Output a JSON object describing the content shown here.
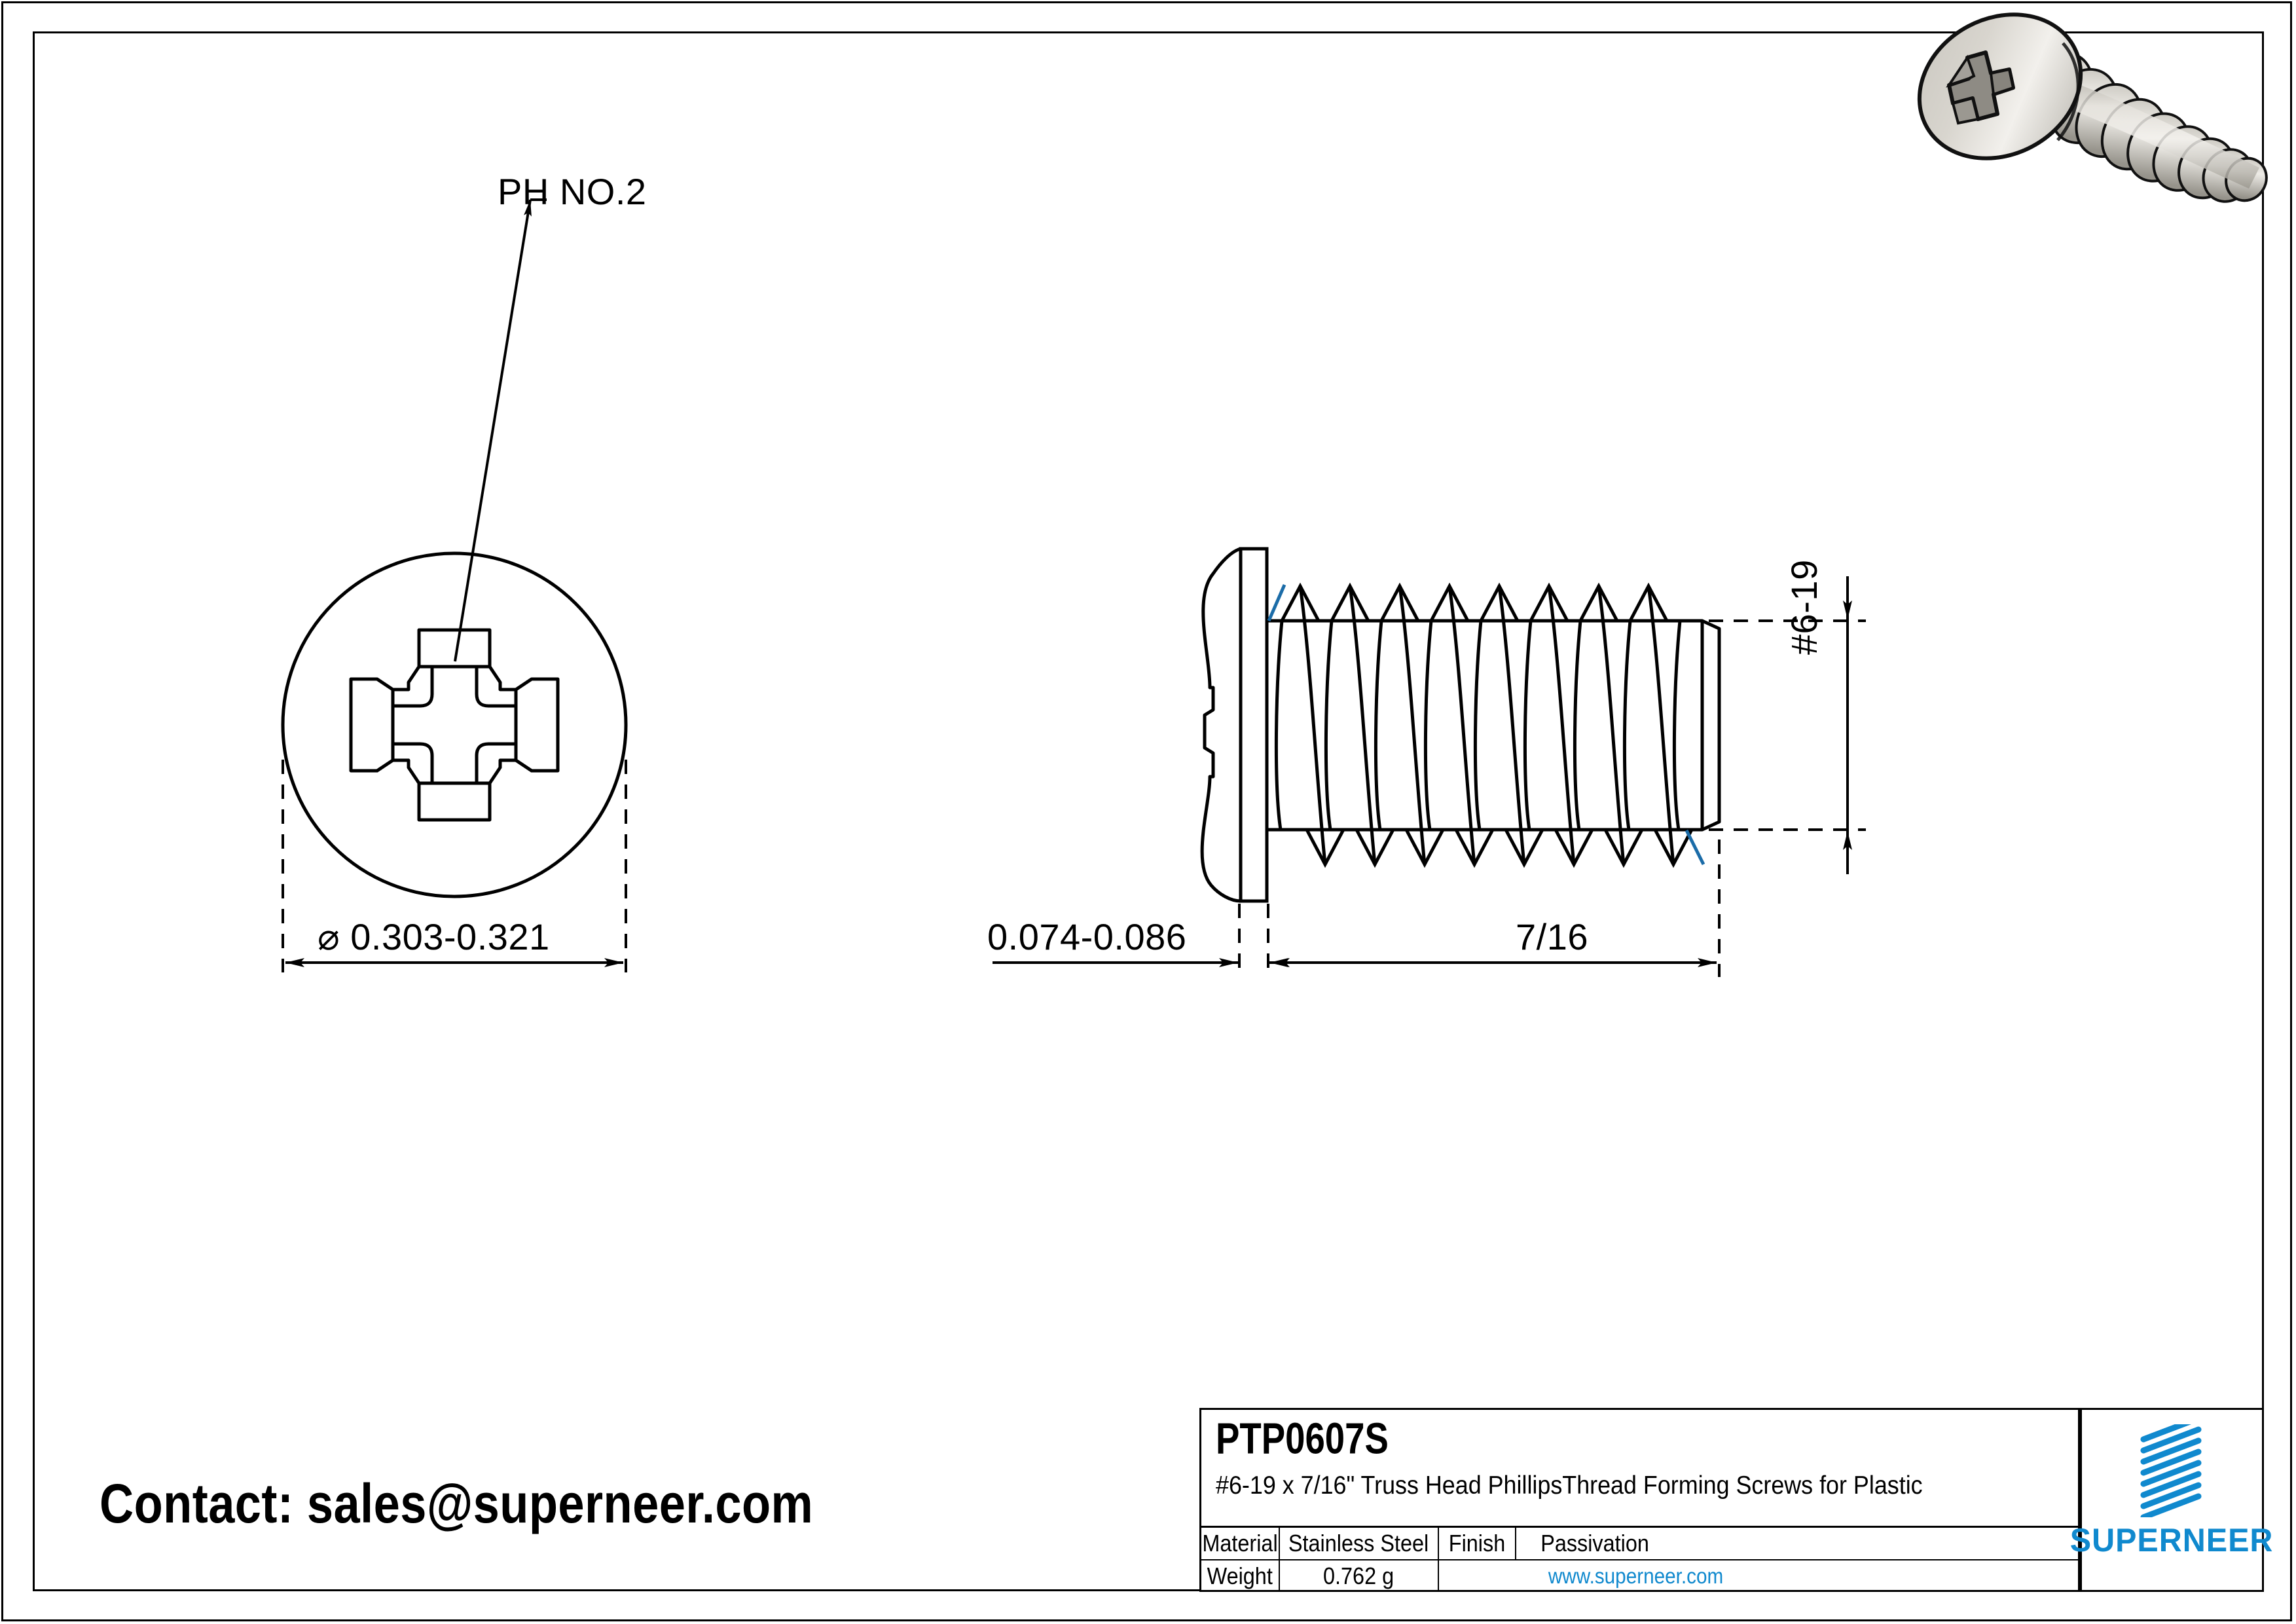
{
  "drawing": {
    "top_view": {
      "leader_label": "PH NO.2",
      "diameter_dimension": "⌀ 0.303-0.321",
      "recess_type": "phillips-cross-recess"
    },
    "side_view": {
      "head_height_dimension": "0.074-0.086",
      "length_dimension": "7/16",
      "thread_size_dimension": "#6-19"
    }
  },
  "contact": {
    "line": "Contact: sales@superneer.com"
  },
  "title_block": {
    "part_number": "PTP0607S",
    "description": "#6-19 x 7/16\" Truss Head PhillipsThread Forming  Screws for Plastic",
    "rows": [
      {
        "label": "Material",
        "value": "Stainless Steel",
        "label2": "Finish",
        "value2": "Passivation"
      },
      {
        "label": "Weight",
        "value": "0.762 g",
        "url": "www.superneer.com"
      }
    ]
  },
  "logo": {
    "wordmark": "SUPERNEER",
    "color": "#1089CE",
    "stripe_count": 8
  },
  "colors": {
    "line": "#000000",
    "accent_blue": "#1089CE",
    "thread_highlight": "#1B6CA8",
    "metal_light": "#E8E6E1",
    "metal_mid": "#BFBCB4",
    "metal_dark": "#8F8C85"
  }
}
